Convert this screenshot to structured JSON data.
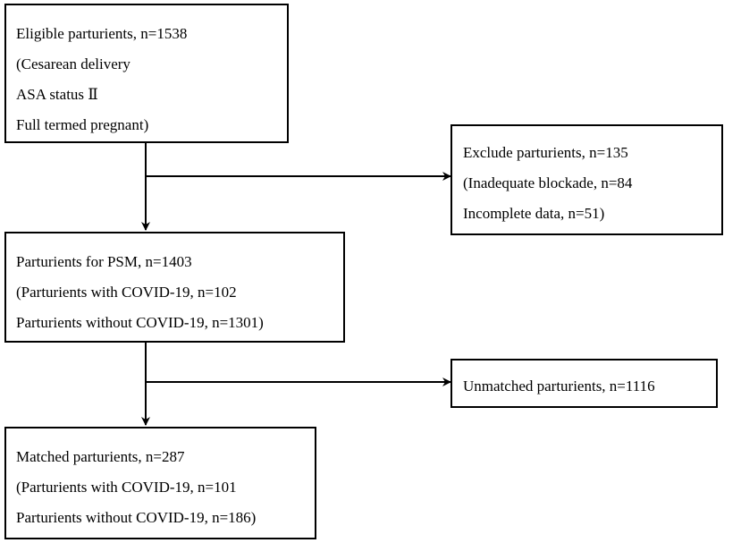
{
  "flowchart": {
    "eligible": {
      "lines": [
        "Eligible parturients,  n=1538",
        "(Cesarean delivery",
        "ASA status Ⅱ",
        "Full termed pregnant)"
      ]
    },
    "excluded": {
      "lines": [
        "Exclude parturients,  n=135",
        "(Inadequate blockade, n=84",
        "Incomplete data, n=51)"
      ]
    },
    "psm": {
      "lines": [
        "Parturients for PSM,  n=1403",
        "(Parturients with COVID-19, n=102",
        "Parturients without COVID-19, n=1301)"
      ]
    },
    "unmatched": {
      "lines": [
        "Unmatched parturients, n=1116"
      ]
    },
    "matched": {
      "lines": [
        "Matched parturients, n=287",
        "(Parturients with COVID-19, n=101",
        "Parturients without COVID-19, n=186)"
      ]
    }
  }
}
